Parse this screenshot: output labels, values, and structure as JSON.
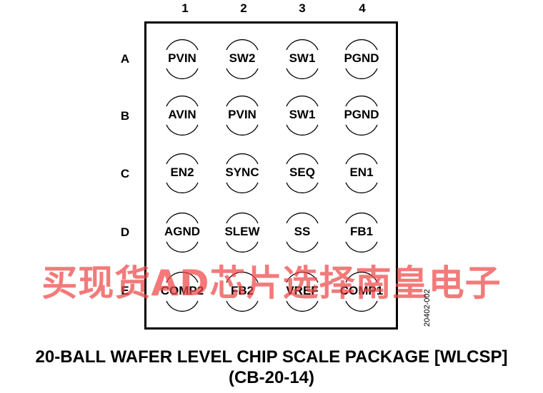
{
  "columns": [
    "1",
    "2",
    "3",
    "4"
  ],
  "rows": [
    {
      "label": "A",
      "balls": [
        "PVIN",
        "SW2",
        "SW1",
        "PGND"
      ]
    },
    {
      "label": "B",
      "balls": [
        "AVIN",
        "PVIN",
        "SW1",
        "PGND"
      ]
    },
    {
      "label": "C",
      "balls": [
        "EN2",
        "SYNC",
        "SEQ",
        "EN1"
      ]
    },
    {
      "label": "D",
      "balls": [
        "AGND",
        "SLEW",
        "SS",
        "FB1"
      ]
    },
    {
      "label": "E",
      "balls": [
        "COMP2",
        "FB2",
        "VREF",
        "COMP1"
      ]
    }
  ],
  "figure_code": "20402-002",
  "title": "20-BALL WAFER LEVEL CHIP SCALE PACKAGE [WLCSP]",
  "subtitle": "(CB-20-14)",
  "watermark": "买现货AD芯片选择南皇电子",
  "colors": {
    "line": "#000000",
    "watermark": "#ee4646"
  }
}
